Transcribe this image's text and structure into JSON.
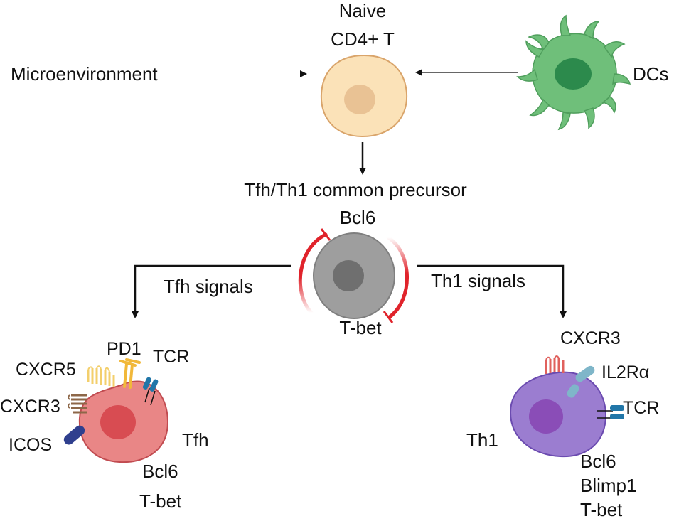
{
  "naive_cell": {
    "line1": "Naive",
    "line2": "CD4+ T"
  },
  "inputs": {
    "left": "Microenvironment",
    "right": "DCs"
  },
  "precursor": {
    "title": "Tfh/Th1 common precursor",
    "top_marker": "Bcl6",
    "bottom_marker": "T-bet"
  },
  "branches": {
    "left_signal": "Tfh signals",
    "right_signal": "Th1 signals"
  },
  "tfh_cell": {
    "name": "Tfh",
    "receptors": [
      "CXCR5",
      "PD1",
      "TCR",
      "CXCR3",
      "ICOS"
    ],
    "markers": [
      "Bcl6",
      "T-bet"
    ]
  },
  "th1_cell": {
    "name": "Th1",
    "receptors": [
      "CXCR3",
      "IL2Rα",
      "TCR"
    ],
    "markers": [
      "Bcl6",
      "Blimp1",
      "T-bet"
    ]
  },
  "colors": {
    "naive_fill": "#fbe2b8",
    "naive_nucleus": "#e9c294",
    "naive_stroke": "#d9a46a",
    "dc_fill": "#6fbf7a",
    "dc_nucleus": "#2c8a4c",
    "precursor_fill": "#9e9e9e",
    "precursor_nucleus": "#6f6f6f",
    "inhibition": "#e0232b",
    "tfh_fill": "#e98686",
    "tfh_nucleus": "#d84c52",
    "th1_fill": "#9b7dd0",
    "th1_nucleus": "#8a4db7",
    "cxcr5": "#f3cf6c",
    "pd1": "#f1b83a",
    "tcr": "#2176a8",
    "cxcr3_tfh": "#8d6748",
    "icos": "#2f3f8e",
    "cxcr3_th1": "#e0615d",
    "il2ra": "#7fb6c9"
  }
}
